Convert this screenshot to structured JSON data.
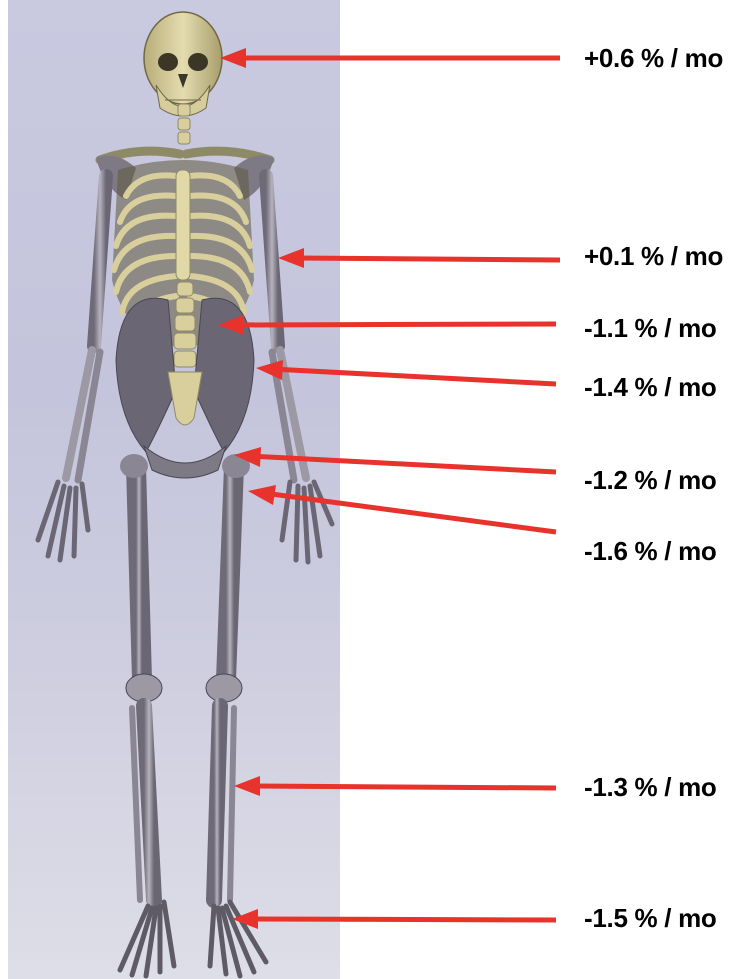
{
  "labels": {
    "skull": "+0.6 % / mo",
    "arm": "+0.1 % / mo",
    "spine": "-1.1 % / mo",
    "pelvis": "-1.4 % / mo",
    "femoral_neck": "-1.2 % / mo",
    "trochanter": "-1.6 % / mo",
    "tibia": "-1.3 % / mo",
    "calcaneus": "-1.5 % / mo"
  },
  "colors": {
    "arrow": "#e8322c",
    "bone": "#d9cf9c",
    "bone_shadow": "#8f8a66",
    "limb_bone": "#a9a5ae",
    "limb_shadow": "#5e5b66",
    "panel": "#c7c7de"
  }
}
